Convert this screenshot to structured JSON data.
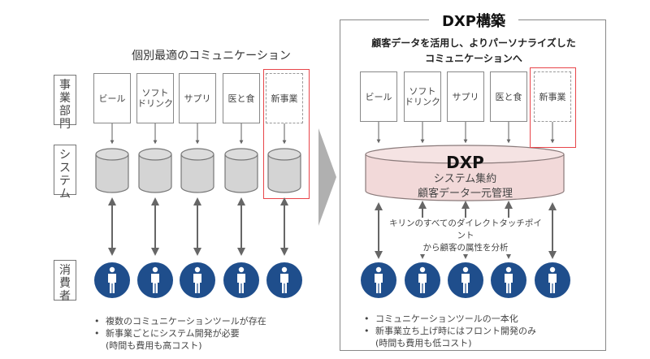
{
  "left": {
    "title": "個別最適のコミュニケーション",
    "row_labels": {
      "departments": [
        "事",
        "業",
        "部",
        "門"
      ],
      "system": [
        "シ",
        "ス",
        "テ",
        "ム"
      ],
      "consumers": [
        "消",
        "費",
        "者"
      ]
    },
    "departments": [
      {
        "label_lines": [
          "ビール"
        ],
        "dashed": false
      },
      {
        "label_lines": [
          "ソフト",
          "ドリンク"
        ],
        "dashed": false
      },
      {
        "label_lines": [
          "サプリ"
        ],
        "dashed": false
      },
      {
        "label_lines": [
          "医と食"
        ],
        "dashed": false
      },
      {
        "label_lines": [
          "新事業"
        ],
        "dashed": true
      }
    ],
    "bullets": [
      "複数のコミュニケーションツールが存在",
      "新事業ごとにシステム開発が必要"
    ],
    "bullet_note": "(時間も費用も高コスト)"
  },
  "right": {
    "title": "DXP構築",
    "subtitle_lines": [
      "顧客データを活用し、よりパーソナライズした",
      "コミュニケーションへ"
    ],
    "departments": [
      {
        "label_lines": [
          "ビール"
        ],
        "dashed": false
      },
      {
        "label_lines": [
          "ソフト",
          "ドリンク"
        ],
        "dashed": false
      },
      {
        "label_lines": [
          "サプリ"
        ],
        "dashed": false
      },
      {
        "label_lines": [
          "医と食"
        ],
        "dashed": false
      },
      {
        "label_lines": [
          "新事業"
        ],
        "dashed": true
      }
    ],
    "dxp": {
      "name": "DXP",
      "line1": "システム集約",
      "line2": "顧客データ一元管理"
    },
    "touchpoint_lines": [
      "キリンのすべてのダイレクトタッチポイント",
      "から顧客の属性を分析"
    ],
    "bullets": [
      "コミュニケーションツールの一本化",
      "新事業立ち上げ時にはフロント開発のみ"
    ],
    "bullet_note": "(時間も費用も低コスト)"
  },
  "colors": {
    "highlight_red": "#e8454a",
    "consumer_blue": "#1f4e8c",
    "db_gray": "#d4d4d4",
    "dxp_pink": "#f2d9d9",
    "arrow_gray": "#9e9e9e"
  },
  "icons": {
    "consumer": "person-icon",
    "system": "database-cylinder-icon",
    "transition": "chevron-right-arrow-icon"
  }
}
